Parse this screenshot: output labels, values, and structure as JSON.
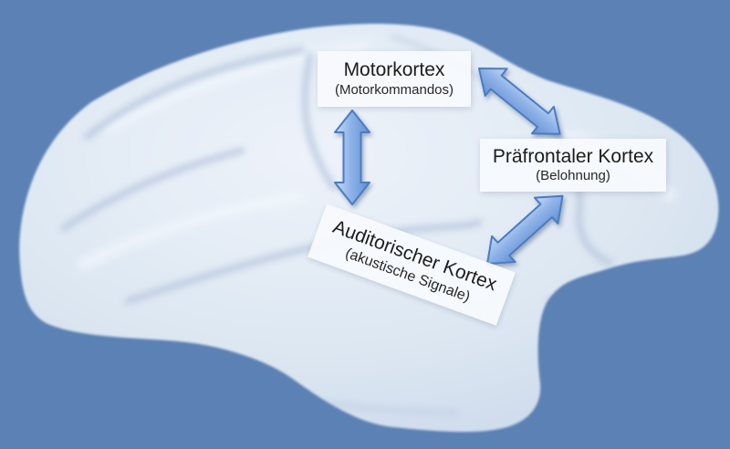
{
  "diagram": {
    "background_color": "#5b81b5",
    "colors": {
      "brain_light": "#eef3fa",
      "brain_mid": "#dde7f2",
      "brain_dark": "#c3d3e7",
      "arrow_light": "#c7daf4",
      "arrow_mid": "#8fb3e8",
      "arrow_dark": "#6090d4",
      "arrow_outline": "#4b7cc1",
      "label_background": "#f7fafd",
      "label_text": "#1c1c1c"
    },
    "nodes": [
      {
        "id": "motorkortex",
        "title": "Motorkortex",
        "subtitle": "(Motorkommandos)"
      },
      {
        "id": "praefrontaler-kortex",
        "title": "Präfrontaler Kortex",
        "subtitle": "(Belohnung)"
      },
      {
        "id": "auditorischer-kortex",
        "title": "Auditorischer Kortex",
        "subtitle": "(akustische Signale)"
      }
    ],
    "connections": [
      {
        "from": "Motorkortex",
        "to": "Auditorischer Kortex",
        "style": "double-headed-arrow"
      },
      {
        "from": "Motorkortex",
        "to": "Präfrontaler Kortex",
        "style": "double-headed-arrow"
      },
      {
        "from": "Präfrontaler Kortex",
        "to": "Auditorischer Kortex",
        "style": "double-headed-arrow"
      }
    ]
  }
}
